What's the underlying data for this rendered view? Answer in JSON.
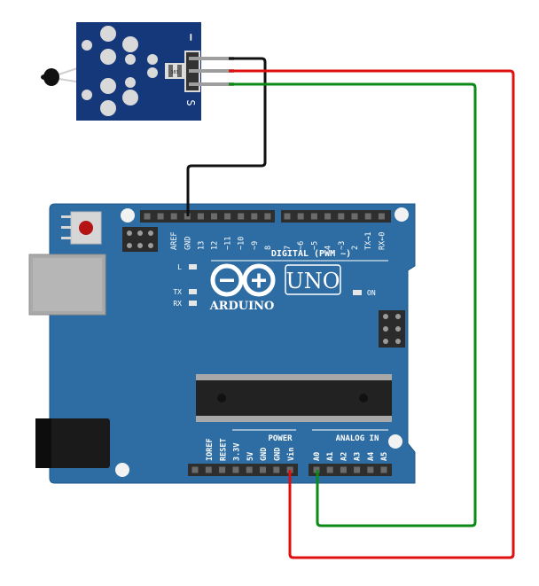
{
  "colors": {
    "board": "#2d6da3",
    "board_edge": "#1f5888",
    "module_pcb": "#14387a",
    "wire_gnd": "#111111",
    "wire_vcc": "#e01010",
    "wire_signal": "#0b8a16",
    "header": "#333333",
    "chip": "#222222"
  },
  "sensor_module": {
    "minus_label": "−",
    "s_label": "S",
    "resistor_label": "103"
  },
  "arduino": {
    "brand": "ARDUINO",
    "model": "UNO",
    "digital_label": "DIGITAL (PWM ~)",
    "power_label": "POWER",
    "analog_label": "ANALOG IN",
    "led_l": "L",
    "led_tx": "TX",
    "led_rx": "RX",
    "led_on": "ON",
    "top_pins": [
      "AREF",
      "GND",
      "13",
      "12",
      "~11",
      "~10",
      "~9",
      "8",
      "7",
      "~6",
      "~5",
      "4",
      "~3",
      "2",
      "TX→1",
      "RX←0"
    ],
    "power_pins": [
      "IOREF",
      "RESET",
      "3.3V",
      "5V",
      "GND",
      "GND",
      "Vin"
    ],
    "analog_pins": [
      "A0",
      "A1",
      "A2",
      "A3",
      "A4",
      "A5"
    ]
  }
}
